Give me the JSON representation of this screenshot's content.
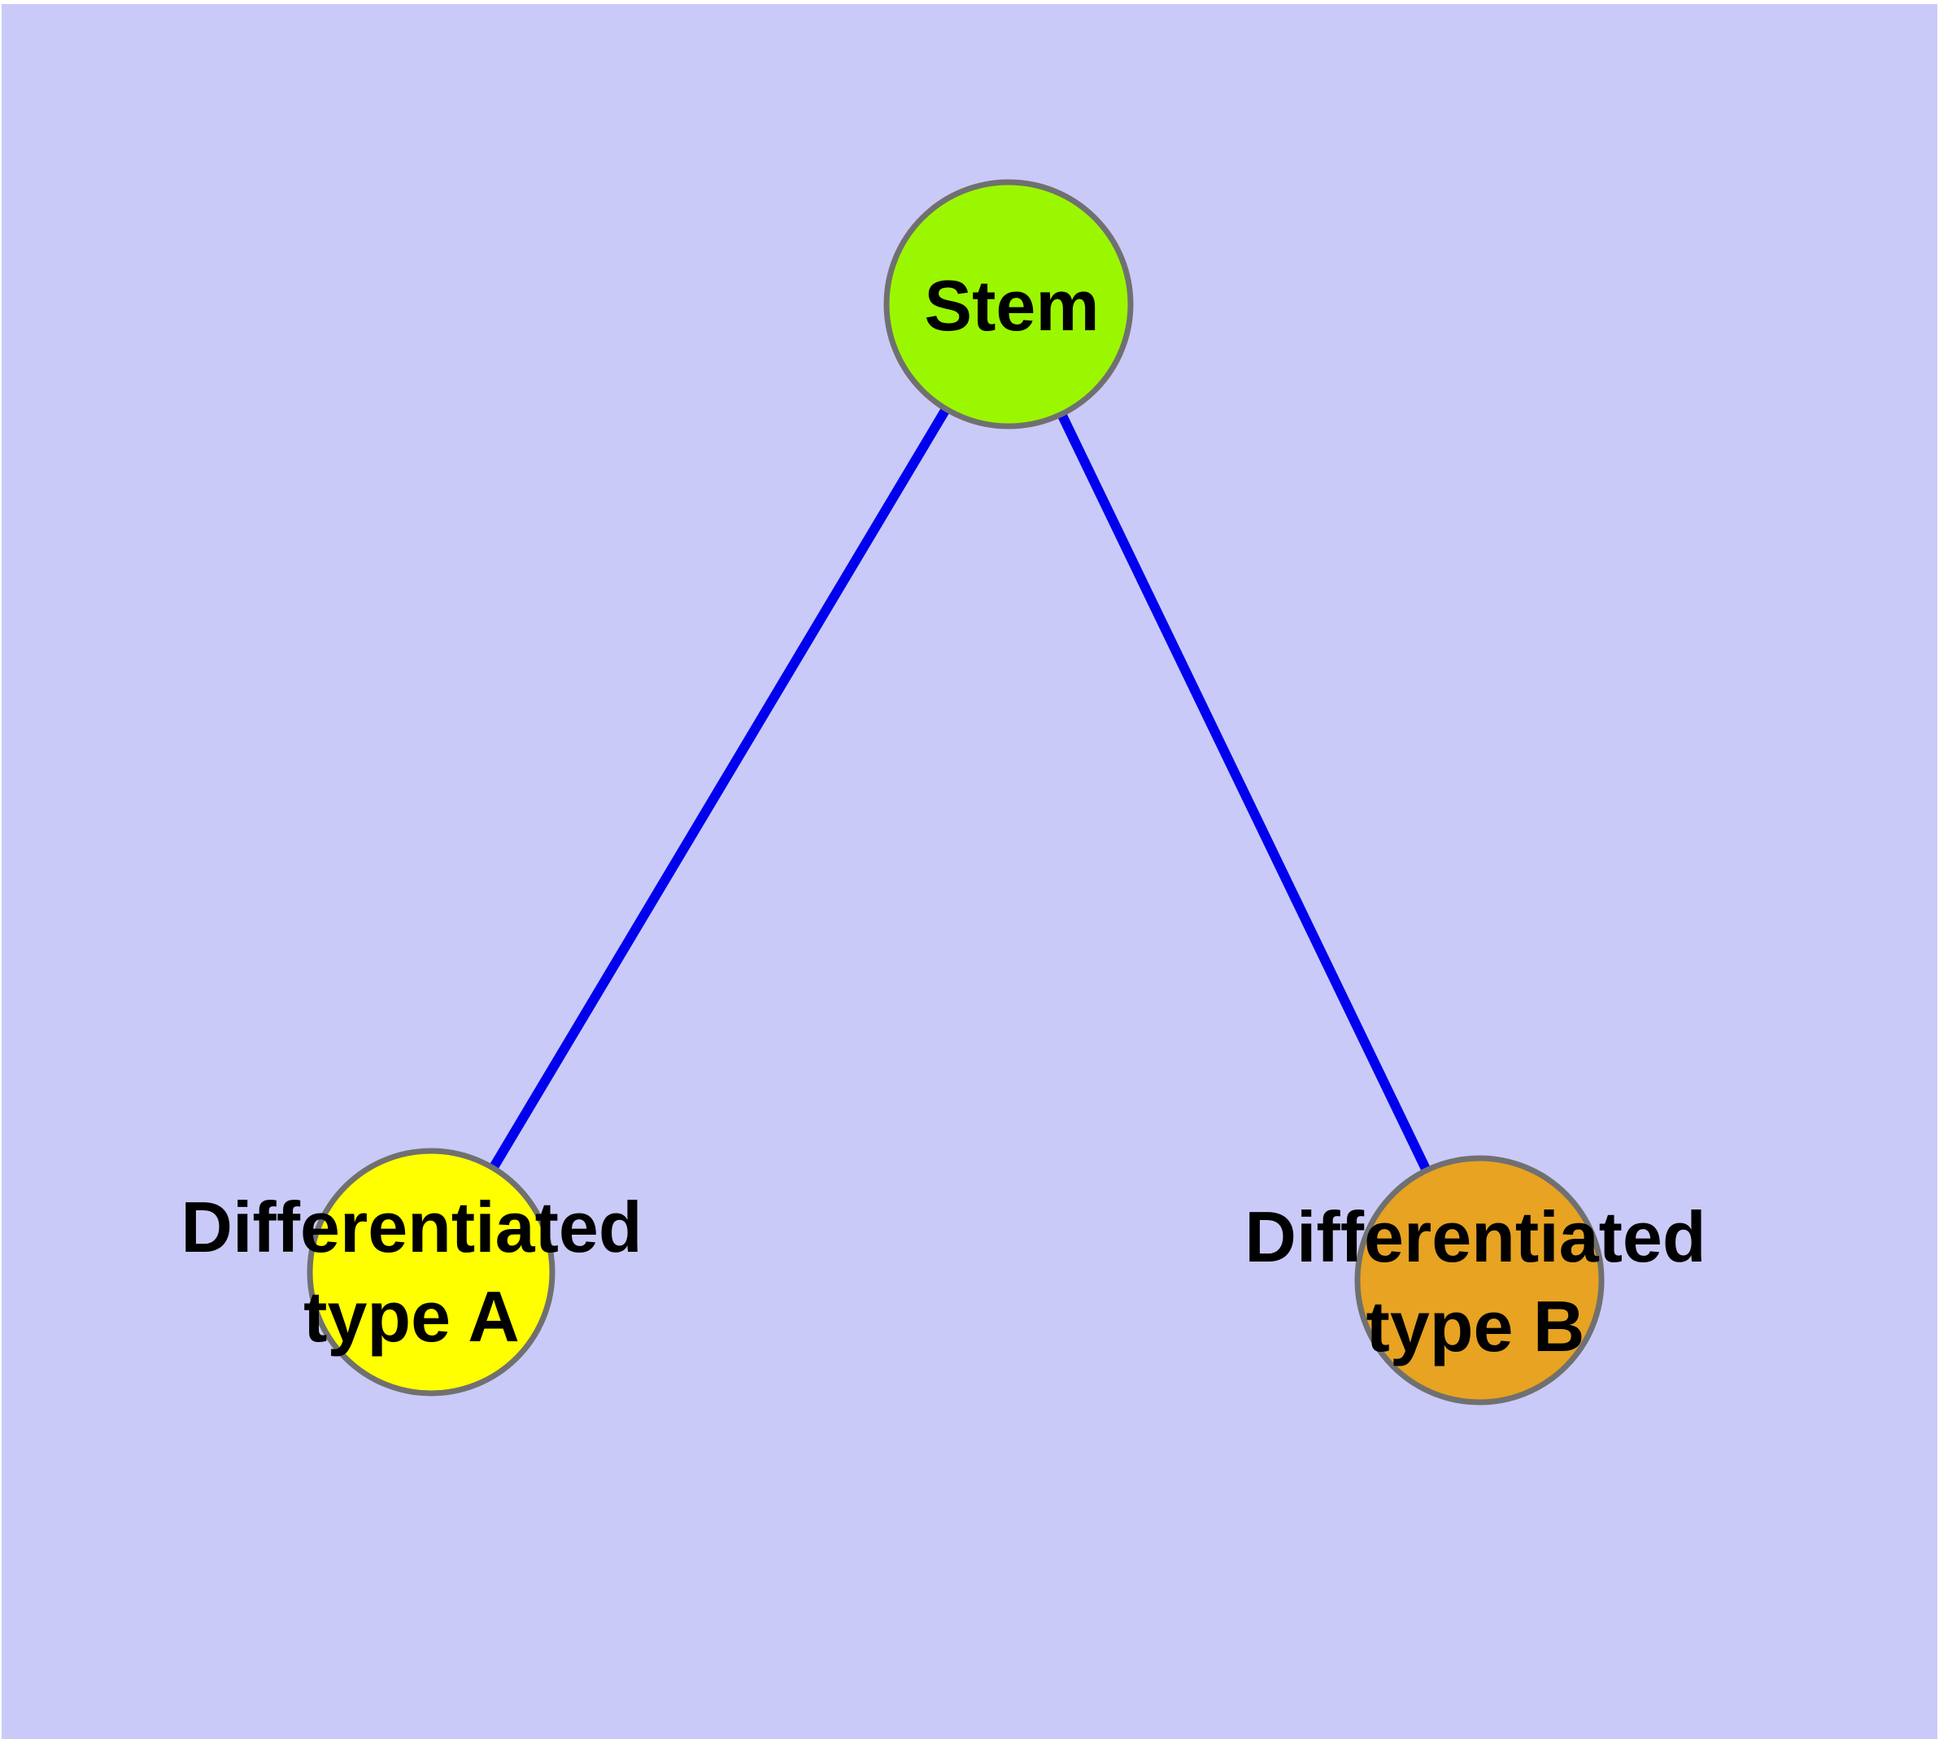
{
  "diagram": {
    "description": "Stem cell differentiation graph",
    "panel_background_color": "#CACAF8",
    "frame_color": "#FFFFFF",
    "text_color": "#000000",
    "node_border_color": "#707070",
    "edge_color": "#0000EE",
    "nodes": [
      {
        "id": "stem",
        "label": {
          "lines": {
            "0": "Stem"
          }
        },
        "fill": "#9BF700",
        "stroke": "#707070"
      },
      {
        "id": "differentiated-type-a",
        "label": {
          "lines": {
            "0": "Differentiated",
            "1": "type A"
          }
        },
        "fill": "#FFFF00",
        "stroke": "#707070"
      },
      {
        "id": "differentiated-type-b",
        "label": {
          "lines": {
            "0": "Differentiated",
            "1": "type B"
          }
        },
        "fill": "#E7A321",
        "stroke": "#707070"
      }
    ],
    "edges": [
      {
        "from": "stem",
        "to": "differentiated-type-a",
        "color": "#0000EE"
      },
      {
        "from": "stem",
        "to": "differentiated-type-b",
        "color": "#0000EE"
      }
    ]
  }
}
